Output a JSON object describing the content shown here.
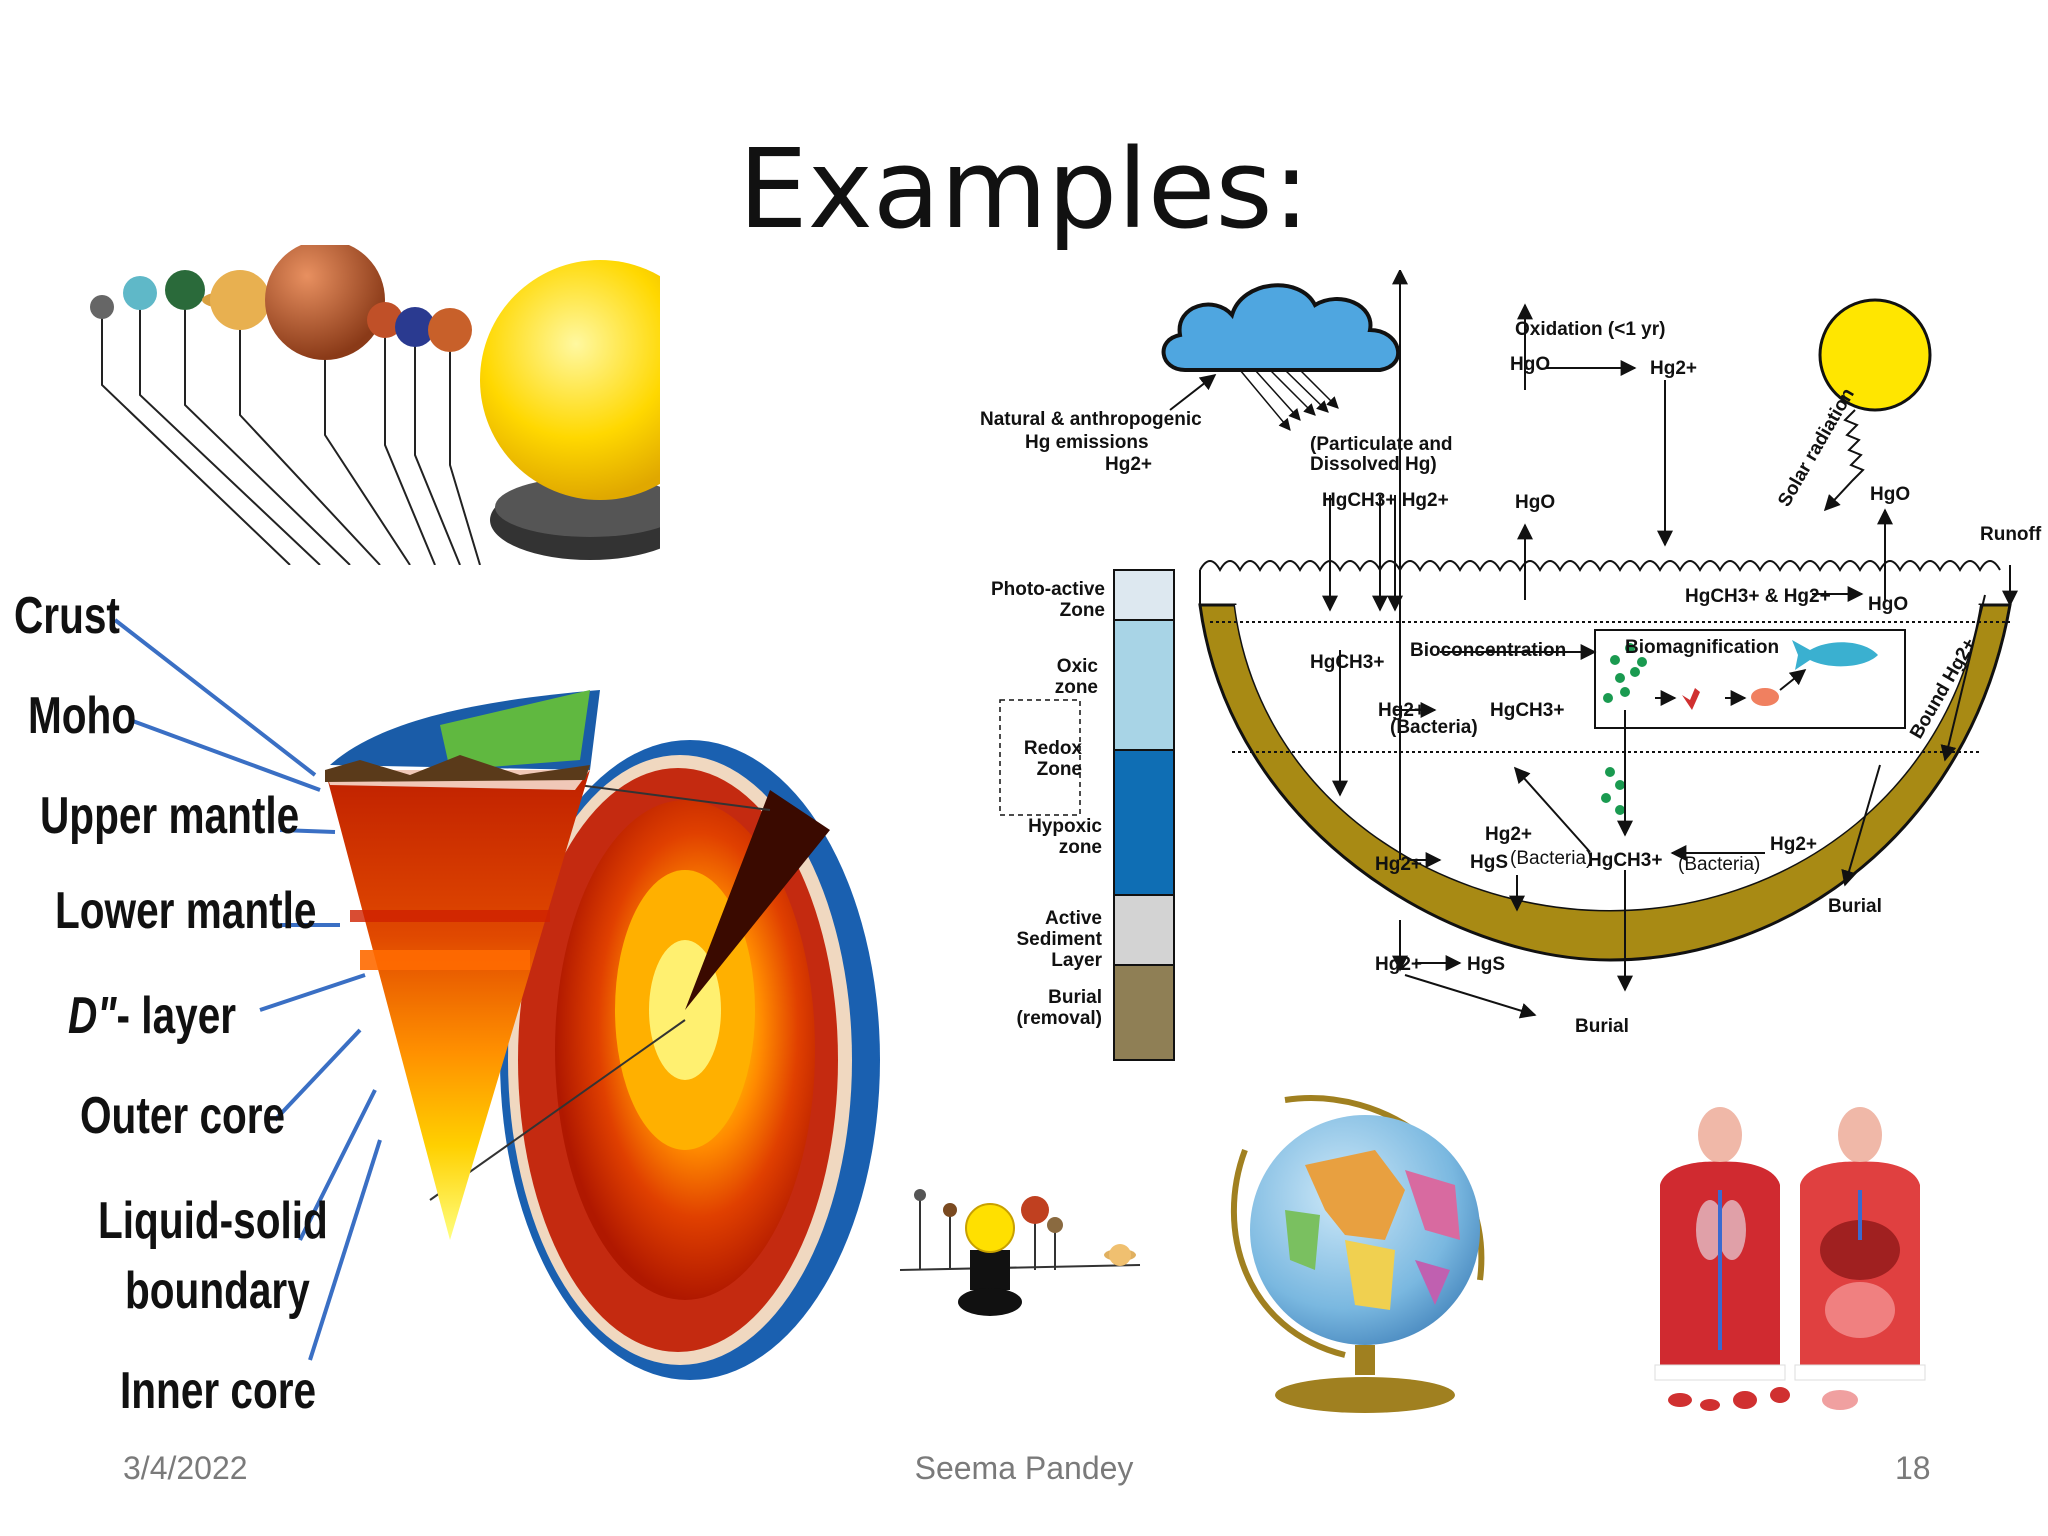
{
  "slide": {
    "title": "Examples:",
    "date": "3/4/2022",
    "author": "Seema Pandey",
    "page_number": "18"
  },
  "earth_layers": {
    "labels": [
      "Crust",
      "Moho",
      "Upper mantle",
      "Lower mantle",
      "- layer",
      "Outer core",
      "Liquid-solid",
      "boundary",
      "Inner core"
    ],
    "d_symbol": "D\""
  },
  "mercury_cycle": {
    "emission_label_1": "Natural & anthropogenic",
    "emission_label_2": "Hg emissions",
    "emission_species": "Hg2+",
    "deposition_label_1": "(Particulate and",
    "deposition_label_2": "Dissolved Hg)",
    "oxidation_label": "Oxidation (<1 yr)",
    "hgo_top": "HgO",
    "hg2_top": "Hg2+",
    "hgch3_deposit": "HgCH3+ Hg2+",
    "hgo_mid": "HgO",
    "solar_radiation": "Solar radiation",
    "hgo_right": "HgO",
    "runoff": "Runoff",
    "hgch3_hg2": "HgCH3+ & Hg2+",
    "hgo_surface": "HgO",
    "hgch3_left": "HgCH3+",
    "bioconcentration": "Bioconcentration",
    "biomagnification": "Biomagnification",
    "hg2_bacteria": "Hg2+",
    "bacteria_1": "(Bacteria)",
    "hgch3_center": "HgCH3+",
    "bound_hg2": "Bound Hg2+",
    "hg2_sed_left": "Hg2+",
    "hgs_1": "HgS",
    "hg2_small": "Hg2+",
    "bacteria_2": "(Bacteria)",
    "hgch3_bottom": "HgCH3+",
    "bacteria_3": "(Bacteria)",
    "hg2_right": "Hg2+",
    "burial_right": "Burial",
    "hg2_lower": "Hg2+",
    "hgs_2": "HgS",
    "burial_bottom": "Burial",
    "zones": [
      {
        "line1": "Photo-active",
        "line2": "Zone",
        "color": "#dde8f0"
      },
      {
        "line1": "Oxic",
        "line2": "zone",
        "color": "#a8d4e6"
      },
      {
        "line1": "Redox",
        "line2": "Zone",
        "color": "#a8d4e6"
      },
      {
        "line1": "Hypoxic",
        "line2": "zone",
        "color": "#0f6eb4"
      },
      {
        "line1": "Active",
        "line2": "Sediment",
        "line3": "Layer",
        "color": "#d3d3d3"
      },
      {
        "line1": "Burial",
        "line2": "(removal)",
        "color": "#8f7f55"
      }
    ]
  },
  "colors": {
    "sediment": "#a88a14",
    "cloud": "#4fa6e0",
    "sun": "#ffe600",
    "label_line": "#3a6fc4"
  },
  "icons": [
    "solar-system-model",
    "earth-interior-cutaway",
    "orrery-model",
    "world-globe",
    "human-torso-model"
  ]
}
